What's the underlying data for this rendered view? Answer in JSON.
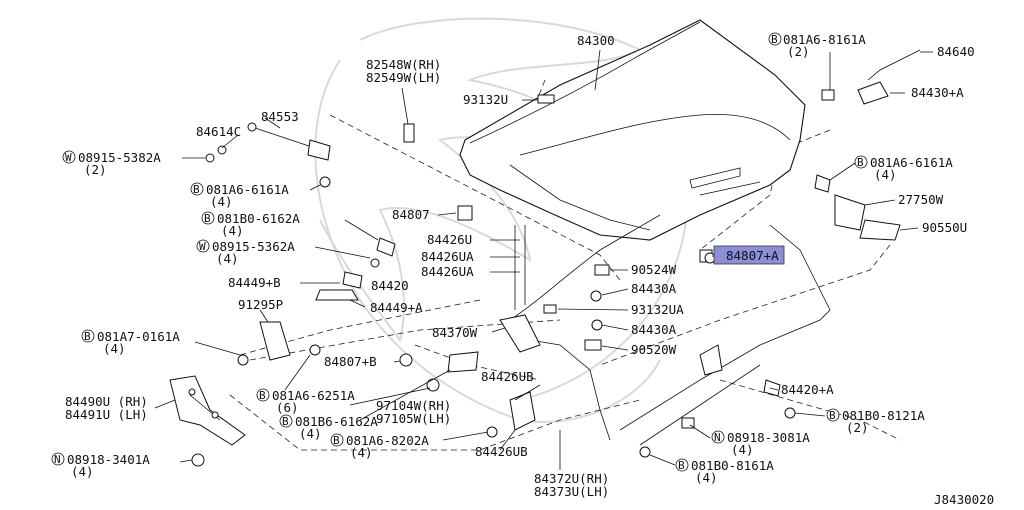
{
  "diagram_id": "J8430020",
  "labels": {
    "p84300": "84300",
    "p84640": "84640",
    "b081A6_8161A": "081A6-8161A",
    "b081A6_8161A_qty": "(2)",
    "p84430A_top": "84430+A",
    "p82548W": "82548W(RH)",
    "p82549W": "82549W(LH)",
    "p93132U": "93132U",
    "p84553": "84553",
    "p84614C": "84614C",
    "w08915_5382A": "08915-5382A",
    "w08915_5382A_qty": "(2)",
    "b081A6_6161A_left": "081A6-6161A",
    "b081A6_6161A_left_qty": "(4)",
    "b081B0_6162A": "081B0-6162A",
    "b081B0_6162A_qty": "(4)",
    "w08915_5362A": "08915-5362A",
    "w08915_5362A_qty": "(4)",
    "p84807": "84807",
    "p84426U": "84426U",
    "p84426UA_1": "84426UA",
    "p84426UA_2": "84426UA",
    "p84449B": "84449+B",
    "p84420": "84420",
    "p84449A": "84449+A",
    "p91295P": "91295P",
    "b081A7_0161A": "081A7-0161A",
    "b081A7_0161A_qty": "(4)",
    "p84370W": "84370W",
    "p84807B": "84807+B",
    "b081A6_6251A": "081A6-6251A",
    "b081A6_6251A_qty": "(6)",
    "p84490U": "84490U (RH)",
    "p84491U": "84491U (LH)",
    "p97104W": "97104W(RH)",
    "p97105W": "97105W(LH)",
    "b081B6_6162A": "081B6-6162A",
    "b081B6_6162A_qty": "(4)",
    "b081A6_8202A": "081A6-8202A",
    "b081A6_8202A_qty": "(4)",
    "n08918_3401A": "08918-3401A",
    "n08918_3401A_qty": "(4)",
    "p84426UB_1": "84426UB",
    "p84426UB_2": "84426UB",
    "p84372U": "84372U(RH)",
    "p84373U": "84373U(LH)",
    "b081A6_6161A_right": "081A6-6161A",
    "b081A6_6161A_right_qty": "(4)",
    "p27750W": "27750W",
    "p90550U": "90550U",
    "p84807A": "84807+A",
    "p90524W": "90524W",
    "p84430A_1": "84430A",
    "p93132UA": "93132UA",
    "p84430A_2": "84430A",
    "p90520W": "90520W",
    "p84420A": "84420+A",
    "b081B0_8121A": "081B0-8121A",
    "b081B0_8121A_qty": "(2)",
    "n08918_3081A": "08918-3081A",
    "n08918_3081A_qty": "(4)",
    "b081B0_8161A": "081B0-8161A",
    "b081B0_8161A_qty": "(4)"
  },
  "prefix": {
    "bolt": "B",
    "washer": "W",
    "nut": "N"
  },
  "highlight_color": "#8b8fd8"
}
